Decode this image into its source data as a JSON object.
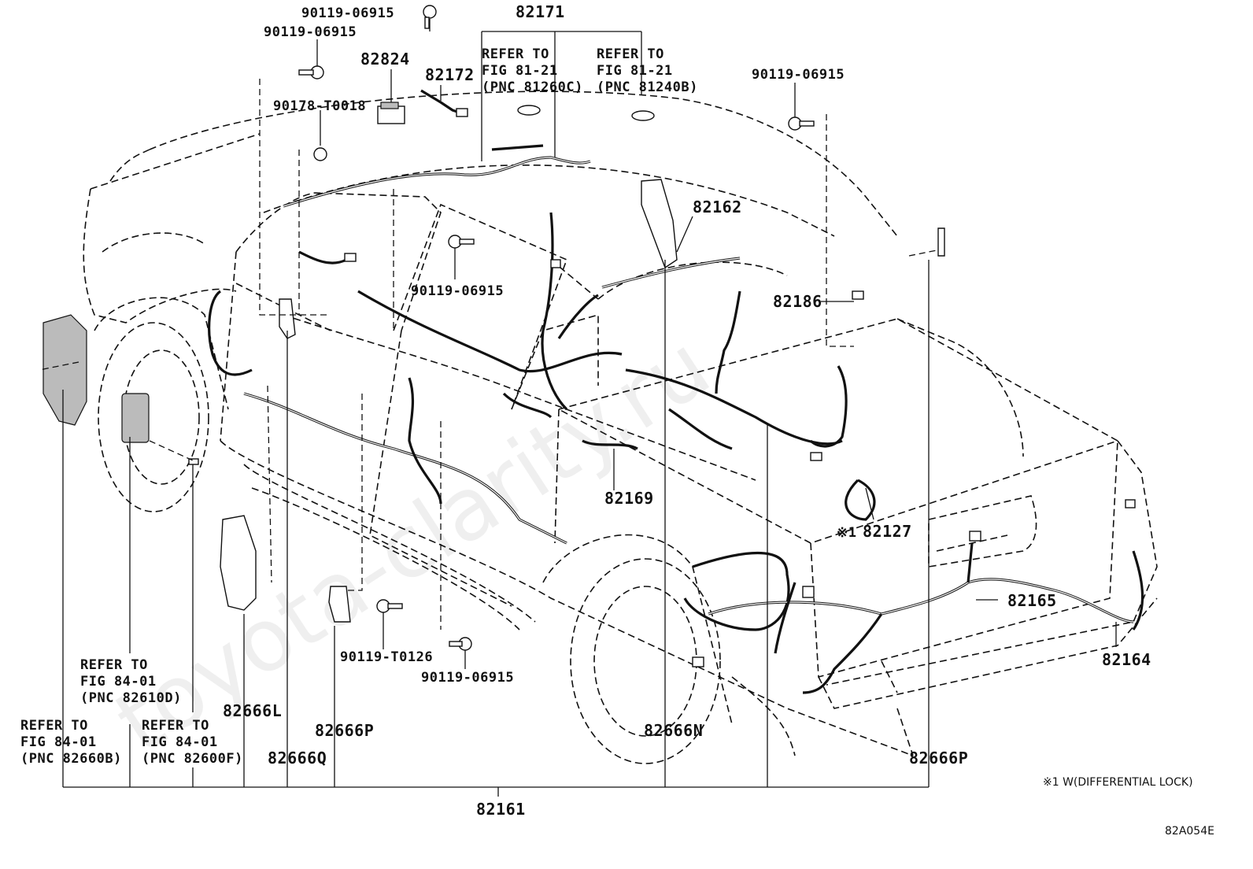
{
  "figure_id": "82A054E",
  "footnote": "※1 W(DIFFERENTIAL LOCK)",
  "watermark": "toyota-clarity.ru",
  "labels": {
    "p_90119_06915_a": "90119-06915",
    "p_90119_06915_b": "90119-06915",
    "p_82824": "82824",
    "p_82172": "82172",
    "p_82171": "82171",
    "p_90178": "90178-T0018",
    "ref_81260c": [
      "REFER TO",
      "FIG 81-21",
      "(PNC 81260C)"
    ],
    "ref_81240b": [
      "REFER TO",
      "FIG 81-21",
      "(PNC 81240B)"
    ],
    "p_90119_06915_c": "90119-06915",
    "p_82162": "82162",
    "p_90119_06915_d": "90119-06915",
    "p_82186": "82186",
    "p_82169": "82169",
    "p_82127_mark": "※1",
    "p_82127": "82127",
    "p_82165": "82165",
    "p_82164": "82164",
    "ref_82610d": [
      "REFER TO",
      "FIG 84-01",
      "(PNC 82610D)"
    ],
    "ref_82660b": [
      "REFER TO",
      "FIG 84-01",
      "(PNC 82660B)"
    ],
    "ref_82600f": [
      "REFER TO",
      "FIG 84-01",
      "(PNC 82600F)"
    ],
    "p_82666l": "82666L",
    "p_82666q": "82666Q",
    "p_90119_t0126": "90119-T0126",
    "p_82666p_a": "82666P",
    "p_90119_06915_e": "90119-06915",
    "p_82666n": "82666N",
    "p_82666p_b": "82666P",
    "p_82161": "82161"
  },
  "icons": [
    "bolt-icon",
    "clip-icon",
    "connector-icon",
    "relay-block-icon",
    "bracket-icon"
  ]
}
